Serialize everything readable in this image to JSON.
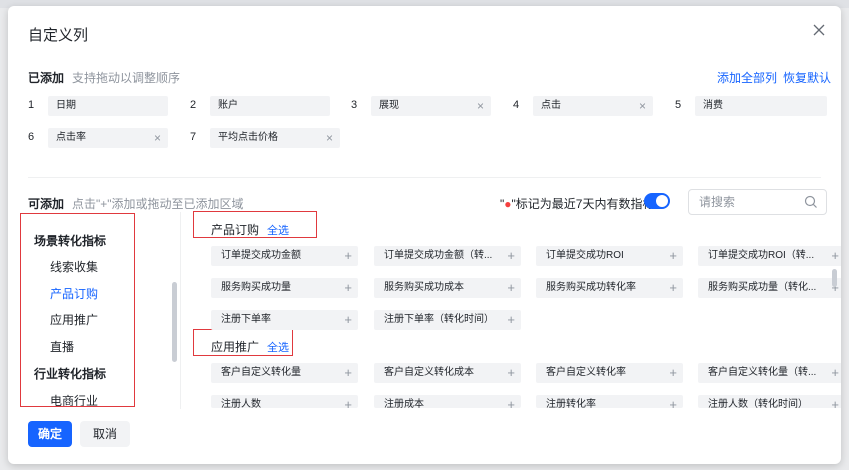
{
  "dialog": {
    "title": "自定义列",
    "close_icon": "close-icon"
  },
  "added": {
    "label": "已添加",
    "hint": "支持拖动以调整顺序",
    "add_all": "添加全部列",
    "restore": "恢复默认",
    "items": [
      {
        "num": "1",
        "name": "日期",
        "removable": false
      },
      {
        "num": "2",
        "name": "账户",
        "removable": false
      },
      {
        "num": "3",
        "name": "展现",
        "removable": true
      },
      {
        "num": "4",
        "name": "点击",
        "removable": true
      },
      {
        "num": "5",
        "name": "消费",
        "removable": false
      },
      {
        "num": "6",
        "name": "点击率",
        "removable": true
      },
      {
        "num": "7",
        "name": "平均点击价格",
        "removable": true
      }
    ],
    "remove_glyph": "×"
  },
  "available": {
    "label": "可添加",
    "hint": "点击\"+\"添加或拖动至已添加区域",
    "marker_quote_open": "\"",
    "marker_dot": "●",
    "marker_text": "\"标记为最近7天内有数指标",
    "toggle_on": true,
    "search_placeholder": "请搜索"
  },
  "sidebar": {
    "items": [
      {
        "label": "场景转化指标",
        "type": "head"
      },
      {
        "label": "线索收集",
        "type": "sub"
      },
      {
        "label": "产品订购",
        "type": "sub-active"
      },
      {
        "label": "应用推广",
        "type": "sub"
      },
      {
        "label": "直播",
        "type": "sub"
      },
      {
        "label": "行业转化指标",
        "type": "head"
      },
      {
        "label": "电商行业",
        "type": "sub"
      }
    ]
  },
  "groups": [
    {
      "title": "产品订购",
      "select_all": "全选",
      "metrics": [
        "订单提交成功金额",
        "订单提交成功金额（转...",
        "订单提交成功ROI",
        "订单提交成功ROI（转...",
        "服务购买成功量",
        "服务购买成功成本",
        "服务购买成功转化率",
        "服务购买成功量（转化...",
        "注册下单率",
        "注册下单率（转化时间）"
      ]
    },
    {
      "title": "应用推广",
      "select_all": "全选",
      "metrics": [
        "客户自定义转化量",
        "客户自定义转化成本",
        "客户自定义转化率",
        "客户自定义转化量（转...",
        "注册人数",
        "注册成本",
        "注册转化率",
        "注册人数（转化时间）"
      ]
    }
  ],
  "plus_glyph": "+",
  "footer": {
    "confirm": "确定",
    "cancel": "取消"
  },
  "colors": {
    "primary": "#1664ff",
    "highlight_box": "#e0393e",
    "marker_dot": "#f53f3f"
  }
}
